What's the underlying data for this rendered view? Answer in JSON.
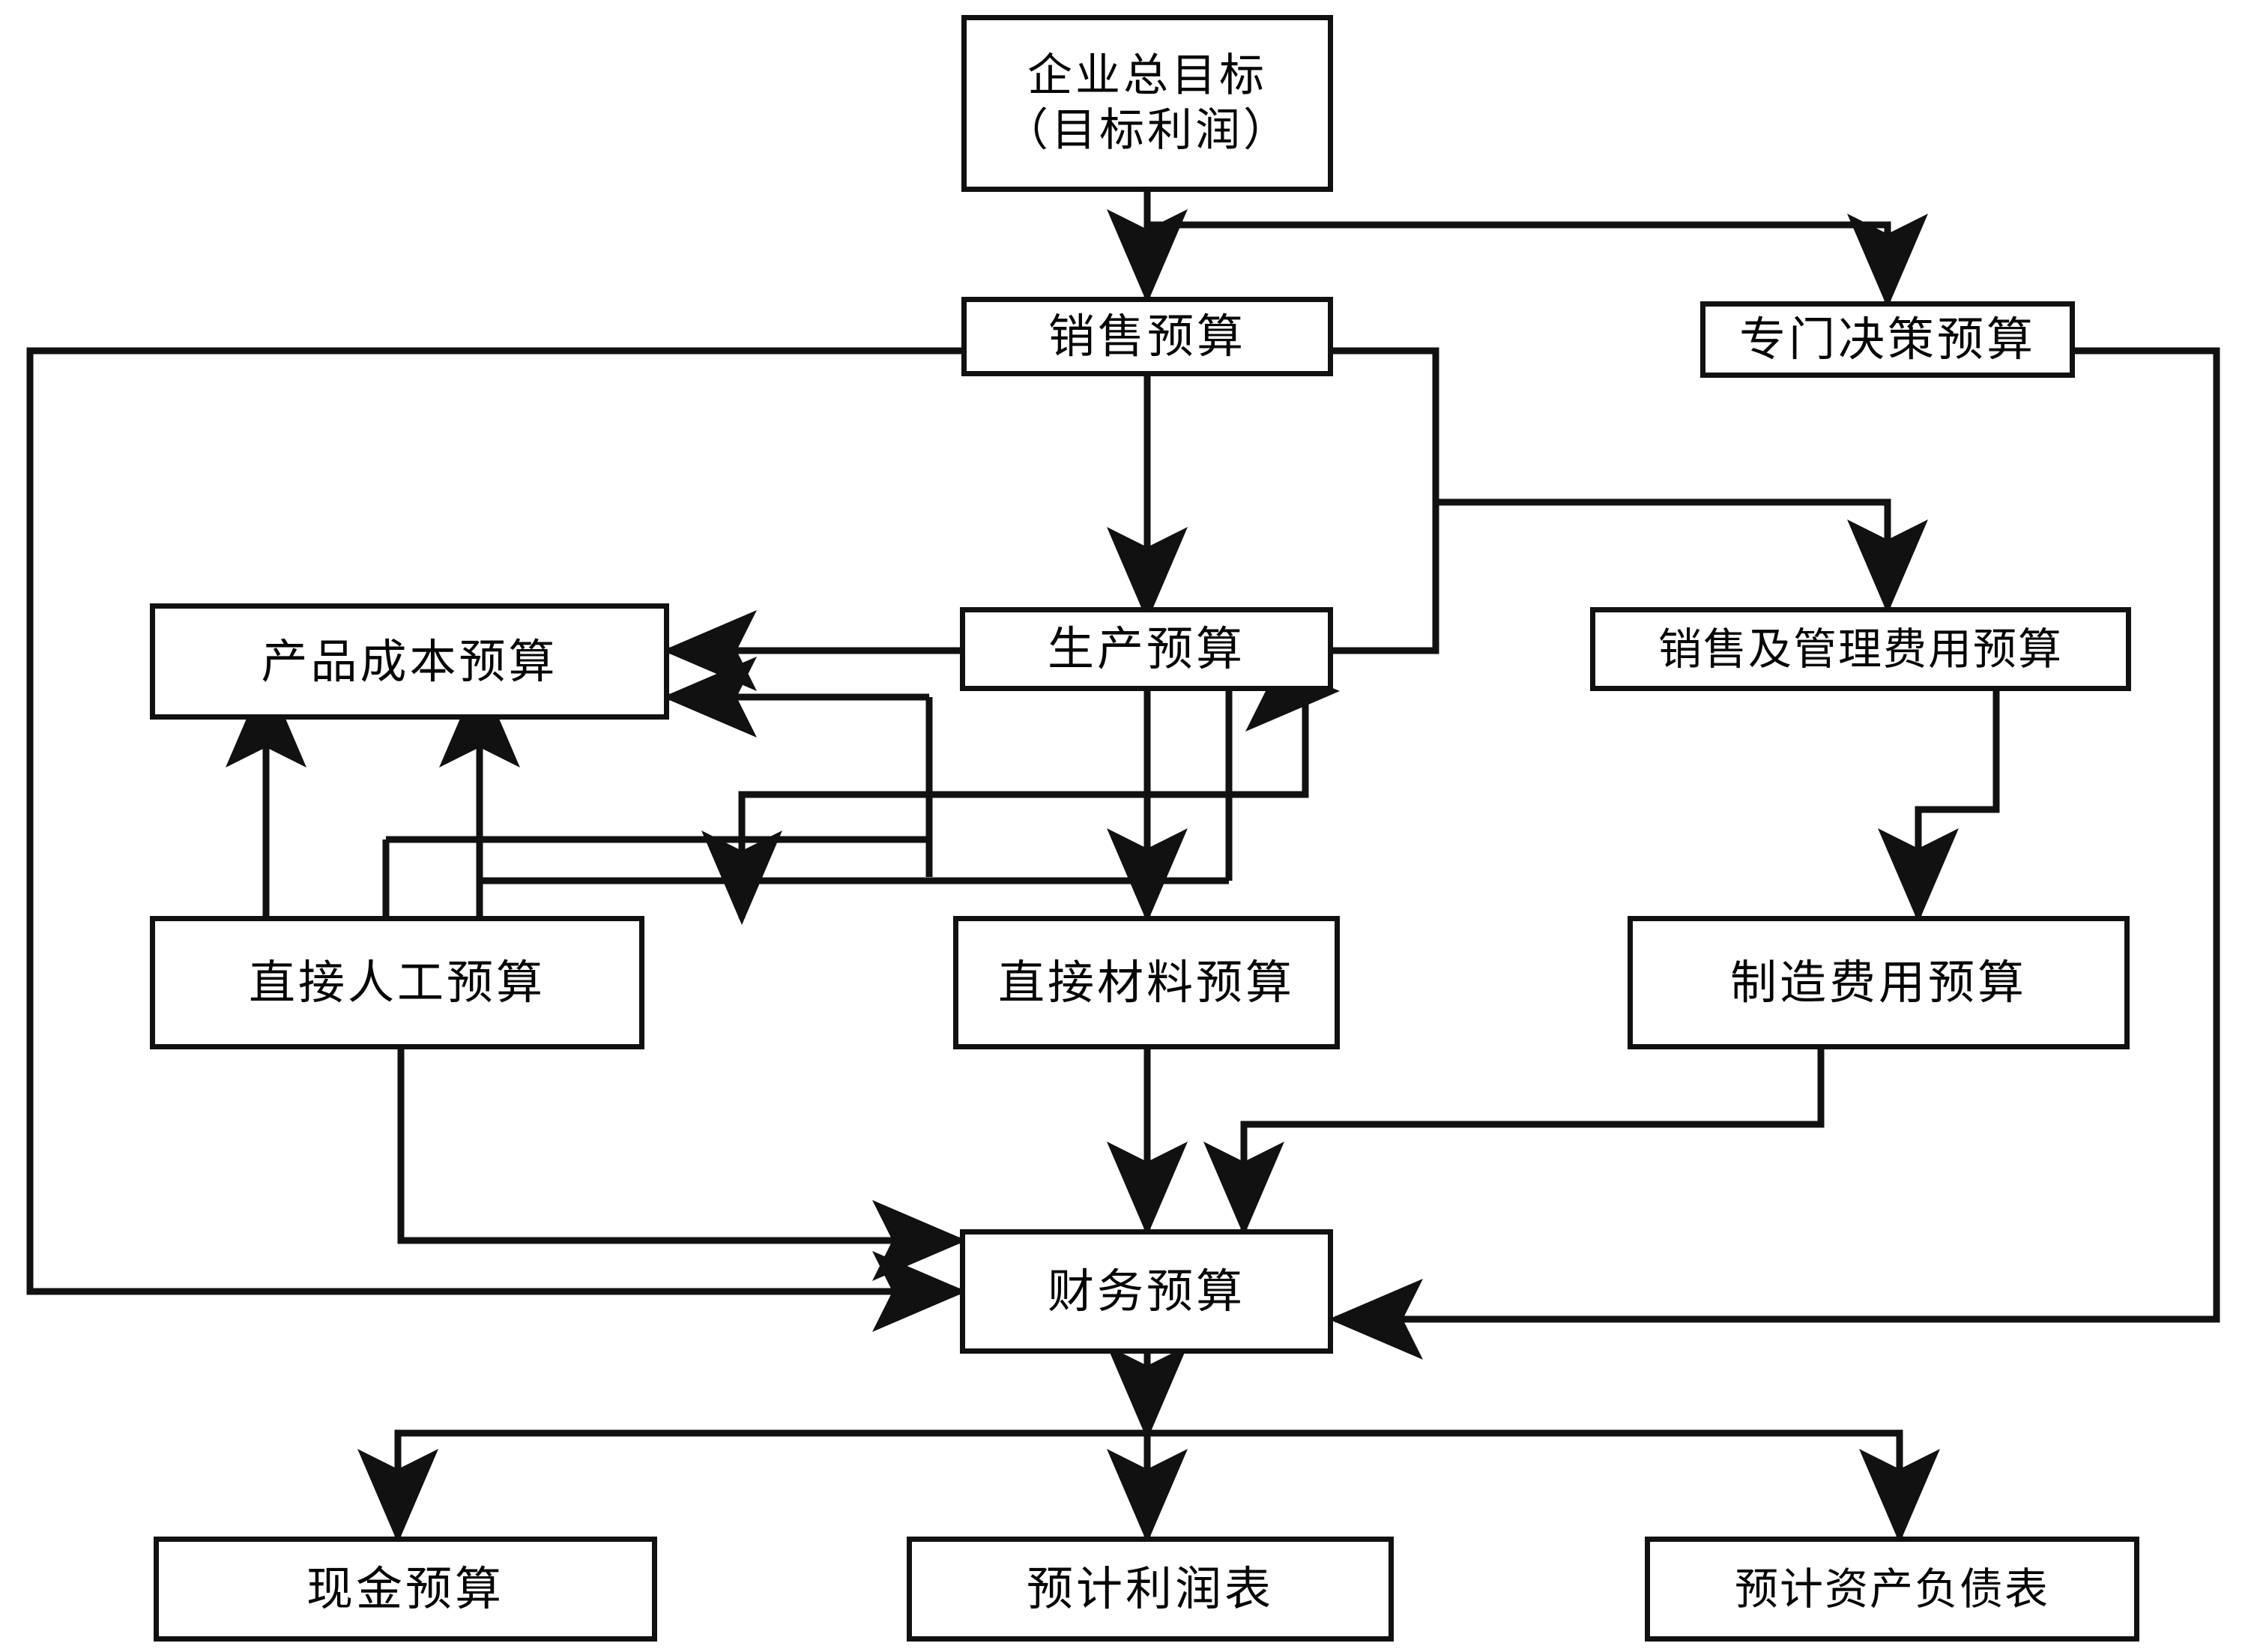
{
  "diagram": {
    "title": "企业全面预算体系流程图",
    "orientation": "top-down",
    "line_color": "#111111",
    "box_fill": "#ffffff",
    "background": "#ffffff"
  },
  "nodes": {
    "goal": {
      "label": "企业总目标\n（目标利润）"
    },
    "sales": {
      "label": "销售预算"
    },
    "special": {
      "label": "专门决策预算"
    },
    "product_cost": {
      "label": "产品成本预算"
    },
    "production": {
      "label": "生产预算"
    },
    "sga": {
      "label": "销售及管理费用预算"
    },
    "direct_labor": {
      "label": "直接人工预算"
    },
    "direct_material": {
      "label": "直接材料预算"
    },
    "overhead": {
      "label": "制造费用预算"
    },
    "financial": {
      "label": "财务预算"
    },
    "cash": {
      "label": "现金预算"
    },
    "income": {
      "label": "预计利润表"
    },
    "balance": {
      "label": "预计资产负债表"
    }
  },
  "edges": [
    {
      "from": "goal",
      "to": "sales"
    },
    {
      "from": "goal",
      "to": "special"
    },
    {
      "from": "sales",
      "to": "production"
    },
    {
      "from": "sales",
      "to": "sga"
    },
    {
      "from": "sales",
      "to": "financial"
    },
    {
      "from": "special",
      "to": "financial"
    },
    {
      "from": "production",
      "to": "product_cost"
    },
    {
      "from": "production",
      "to": "direct_material"
    },
    {
      "from": "production",
      "to": "direct_labor"
    },
    {
      "from": "production",
      "to": "overhead"
    },
    {
      "from": "production",
      "to": "financial"
    },
    {
      "from": "sga",
      "to": "financial"
    },
    {
      "from": "direct_labor",
      "to": "product_cost"
    },
    {
      "from": "direct_material",
      "to": "product_cost"
    },
    {
      "from": "direct_labor",
      "to": "financial"
    },
    {
      "from": "direct_material",
      "to": "financial"
    },
    {
      "from": "overhead",
      "to": "financial"
    },
    {
      "from": "financial",
      "to": "cash"
    },
    {
      "from": "financial",
      "to": "income"
    },
    {
      "from": "financial",
      "to": "balance"
    }
  ]
}
